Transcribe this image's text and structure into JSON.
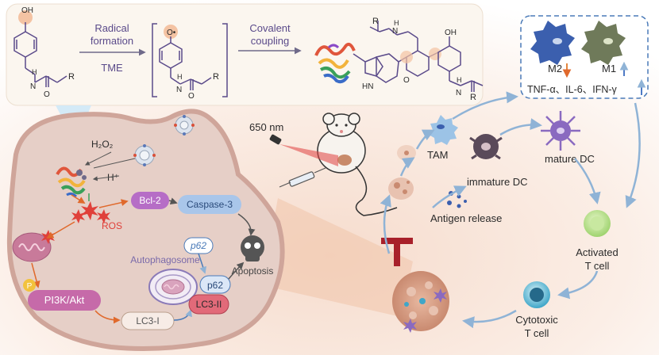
{
  "reaction": {
    "reactant_oh": "OH",
    "reactant_r": "R",
    "reactant_h": "H",
    "reactant_n": "N",
    "reactant_o": "O",
    "step1_label": "Radical",
    "step1_label2": "formation",
    "step1_sub": "TME",
    "radical_o": "O•",
    "radical_r": "R",
    "radical_h": "H",
    "radical_n": "N",
    "radical_o2": "O",
    "step2_label": "Covalent",
    "step2_label2": "coupling",
    "product_r": "R",
    "product_h1": "H",
    "product_n1": "N",
    "product_oh": "OH",
    "product_o": "O",
    "product_hn": "HN",
    "product_h2": "H",
    "product_n2": "N",
    "product_r2": "R"
  },
  "cell": {
    "h2o2": "H₂O₂",
    "hplus": "H⁺",
    "ros": "ROS",
    "bcl2": "Bcl-2",
    "caspase3": "Caspase-3",
    "p62_top": "p62",
    "autophagosome": "Autophagosome",
    "p62_mid": "p62",
    "apoptosis": "Apoptosis",
    "p_badge": "P",
    "pi3k": "PI3K/Akt",
    "lc3i": "LC3-I",
    "lc3ii": "LC3-II"
  },
  "laser": {
    "wavelength": "650 nm"
  },
  "immune": {
    "m2": "M2",
    "m1": "M1",
    "cytokines": "TNF-α、IL-6、IFN-γ",
    "tam": "TAM",
    "immature_dc": "immature DC",
    "mature_dc": "mature DC",
    "antigen_release": "Antigen release",
    "activated_t": "Activated",
    "activated_t2": "T cell",
    "cytotoxic_t": "Cytotoxic",
    "cytotoxic_t2": "T cell"
  },
  "colors": {
    "reaction_bg": "#fbf6ef",
    "chem_line": "#5a4a8a",
    "cell_fill": "#e6cfc7",
    "cell_stroke": "#cfa59a",
    "arrow_orange": "#e0692c",
    "arrow_blue": "#8fb3d6",
    "ros_red": "#e0403a",
    "bcl2": "#b66dc6",
    "caspase": "#a9c6ea",
    "pi3k": "#c66aa9",
    "lc3ii": "#e26a79",
    "apoptosis_skull": "#555555",
    "up_arrow": "#3b6bbf",
    "down_arrow": "#e07a2a"
  }
}
